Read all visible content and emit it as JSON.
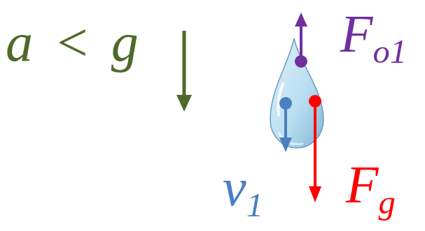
{
  "diagram": {
    "labels": [
      "a < g",
      "Fo1",
      "v1",
      "Fg"
    ]
  }
}
